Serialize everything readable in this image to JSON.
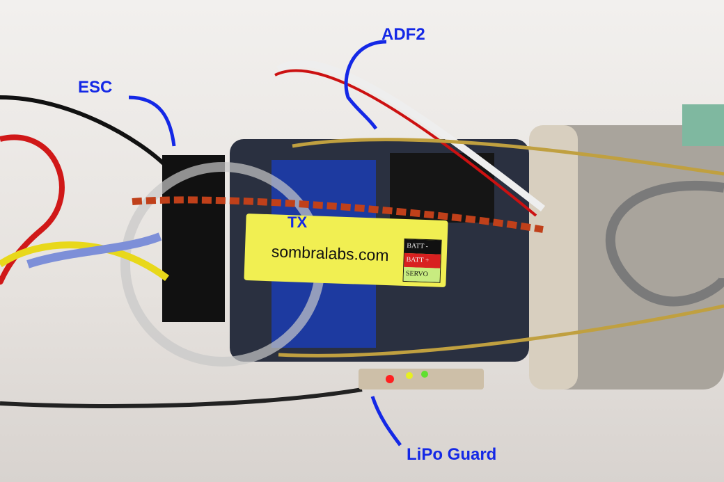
{
  "annotations": {
    "esc": "ESC",
    "adf2": "ADF2",
    "tx": "TX",
    "lipo": "LiPo Guard"
  },
  "label": {
    "site": "sombralabs.com",
    "batt_minus": "BATT -",
    "batt_plus": "BATT +",
    "servo": "SERVO"
  },
  "colors": {
    "annotation": "#1428e6",
    "label_bg": "#f1ef52"
  }
}
